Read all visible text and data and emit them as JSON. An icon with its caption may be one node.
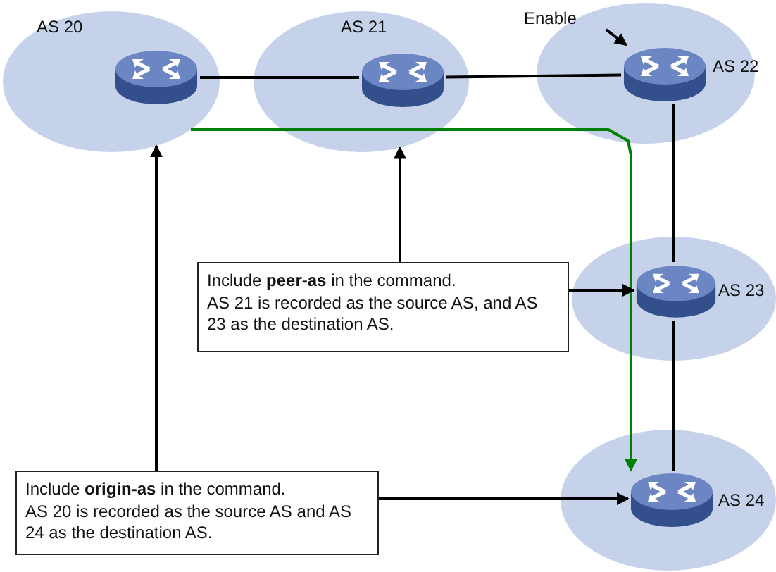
{
  "diagram": {
    "nodes": [
      {
        "text": [
          "AS 20"
        ]
      },
      {
        "text": [
          "AS 21"
        ]
      },
      {
        "text": [
          "AS 22"
        ]
      },
      {
        "text": [
          "AS 23"
        ]
      },
      {
        "text": [
          "AS 24"
        ]
      },
      {
        "text": [],
        "shape": "picture",
        "in": 0
      },
      {
        "text": [],
        "shape": "picture",
        "in": 1
      },
      {
        "text": [],
        "shape": "picture",
        "in": 2
      },
      {
        "text": [],
        "shape": "picture",
        "in": 3
      },
      {
        "text": [],
        "shape": "picture",
        "in": 4
      },
      {
        "text": [
          "Enable"
        ]
      },
      {
        "text": [
          "Include **peer-as** in the command.",
          "AS 21 is recorded as the source AS, and AS 23 as the destination AS."
        ]
      },
      {
        "text": [
          "Include **origin-as** in the command.",
          "AS 20 is recorded as the source AS and AS 24 as the destination AS."
        ]
      }
    ],
    "edges": [
      {
        "from": 5,
        "to": 6,
        "arrow": "none"
      },
      {
        "from": 6,
        "to": 7,
        "arrow": "none"
      },
      {
        "from": 7,
        "to": 8,
        "arrow": "none"
      },
      {
        "from": 8,
        "to": 9,
        "arrow": "none"
      },
      {
        "from": 0,
        "to": 9,
        "arrow": "to",
        "color": "#008000"
      },
      {
        "from": 10,
        "to": 7,
        "arrow": "to"
      },
      {
        "from": 11,
        "to": 1,
        "arrow": "to"
      },
      {
        "from": 11,
        "to": 8,
        "arrow": "to"
      },
      {
        "from": 12,
        "to": 0,
        "arrow": "to"
      },
      {
        "from": 12,
        "to": 9,
        "arrow": "to"
      }
    ]
  }
}
